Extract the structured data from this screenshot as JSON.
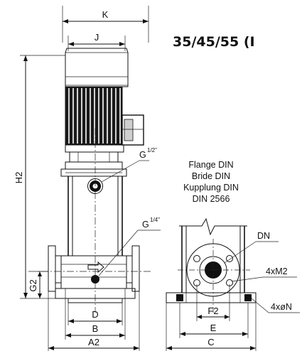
{
  "title": "35/45/55 (I",
  "dims": {
    "K": "K",
    "J": "J",
    "H2": "H2",
    "G2": "G2",
    "D": "D",
    "B": "B",
    "A2": "A2",
    "F2": "F2",
    "E": "E",
    "C": "C"
  },
  "callouts": {
    "g_half": "G",
    "g_half_sup": "1/2\"",
    "g_quarter": "G",
    "g_quarter_sup": "1/4\"",
    "flange_lines": [
      "Flange DIN",
      "Bride DIN",
      "Kupplung DIN",
      "DIN 2566"
    ],
    "dn": "DN",
    "m2": "4xM2",
    "n": "4xøN"
  }
}
